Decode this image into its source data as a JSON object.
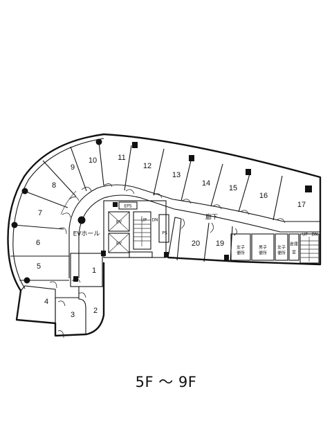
{
  "caption": "5F ～ 9F",
  "rooms": {
    "r1": "1",
    "r2": "2",
    "r3": "3",
    "r4": "4",
    "r5": "5",
    "r6": "6",
    "r7": "7",
    "r8": "8",
    "r9": "9",
    "r10": "10",
    "r11": "11",
    "r12": "12",
    "r13": "13",
    "r14": "14",
    "r15": "15",
    "r16": "16",
    "r17": "17",
    "r19": "19",
    "r20": "20"
  },
  "labels": {
    "ev_hall": "EVホール",
    "corridor": "廊下",
    "eps": "EPS",
    "ps": "PS",
    "up": "UP",
    "dn": "DN",
    "ev": "EV",
    "mens_wc_top": "男子",
    "mens_wc_bottom": "便所",
    "womens_wc_top": "女子",
    "womens_wc_bottom": "便所",
    "womens_wc2_top": "女子",
    "womens_wc2_bottom": "便所",
    "storage_top": "倉庫",
    "storage_bottom": "室"
  }
}
